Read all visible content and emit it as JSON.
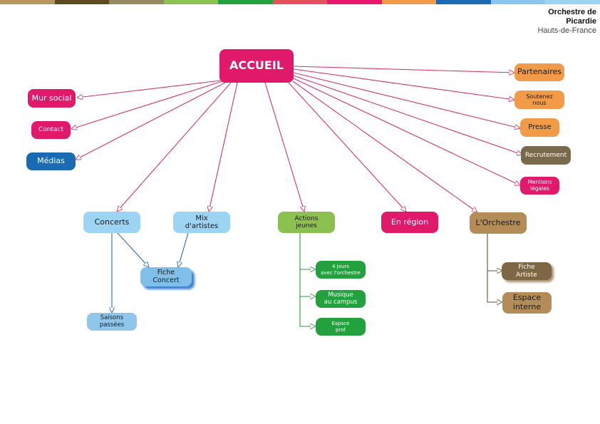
{
  "brand": {
    "line1": "Orchestre de",
    "line2": "Picardie",
    "line3": "Hauts-de-France"
  },
  "colors": {
    "pink": "#e0196b",
    "orange": "#f19a48",
    "olive": "#7a6a4c",
    "blue": "#1a6bb3",
    "lightblue": "#9dd3f3",
    "lightgreen": "#8cc050",
    "green": "#23a13e",
    "tan": "#b48c57",
    "topbar": [
      "#b7975f",
      "#5e4a21",
      "#958a62",
      "#8cc252",
      "#23a13e",
      "#e4525e",
      "#e8196d",
      "#f19a48",
      "#1a6bb3",
      "#8ac6ee",
      "#9dd3f3"
    ]
  },
  "nodes": {
    "accueil": "ACCUEIL",
    "mur_social": "Mur social",
    "contact": "Contact",
    "medias": "Médias",
    "partenaires": "Partenaires",
    "soutenez_1": "Soutenez",
    "soutenez_2": "nous",
    "presse": "Presse",
    "recrutement": "Recrutement",
    "mentions_1": "Mentions",
    "mentions_2": "légales",
    "concerts": "Concerts",
    "mix_1": "Mix",
    "mix_2": "d'artistes",
    "actions_1": "Actions",
    "actions_2": "jeunes",
    "en_region": "En région",
    "orchestre": "L'Orchestre",
    "fiche_concert_1": "Fiche",
    "fiche_concert_2": "Concert",
    "saisons_1": "Saisons",
    "saisons_2": "passées",
    "quatre_jours_1": "4 jours",
    "quatre_jours_2": "avec l'orchestre",
    "musique_1": "Musique",
    "musique_2": "au campus",
    "espace_prof_1": "Espace",
    "espace_prof_2": "prof",
    "fiche_artiste_1": "Fiche",
    "fiche_artiste_2": "Artiste",
    "espace_interne_1": "Espace",
    "espace_interne_2": "interne"
  }
}
